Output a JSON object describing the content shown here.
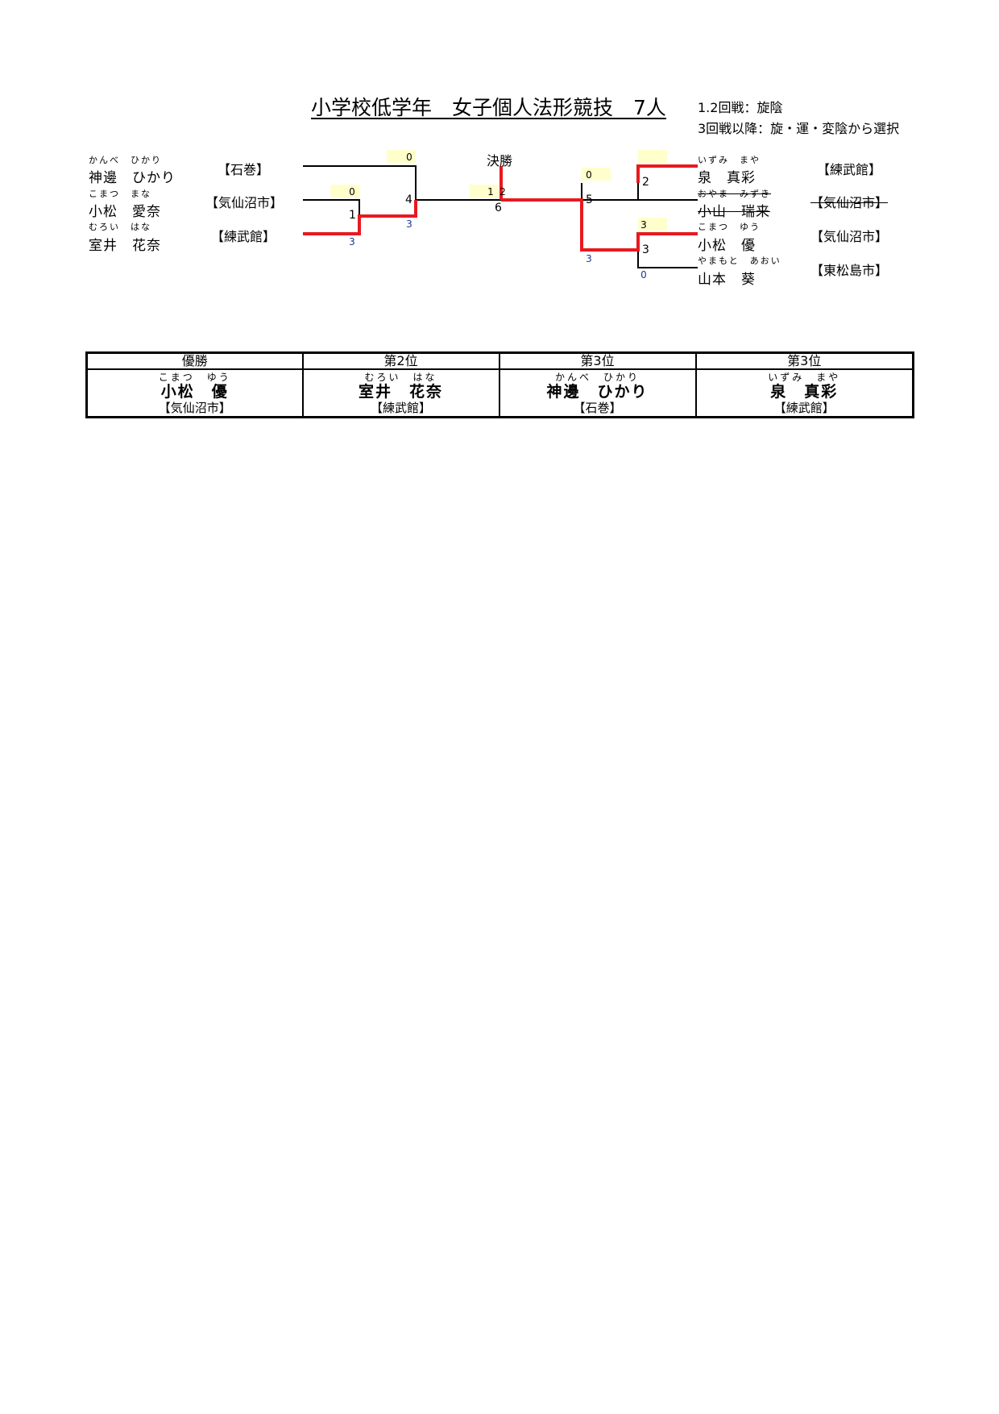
{
  "header": {
    "title": "小学校低学年　女子個人法形競技　7人",
    "rule1": "1.2回戦：旋陰",
    "rule2": "3回戦以降：旋・運・変陰から選択"
  },
  "bracket": {
    "final_label": "決勝",
    "left": [
      {
        "kana": "かんべ　ひかり",
        "name": "神邊　ひかり",
        "club": "【石巻】"
      },
      {
        "kana": "こまつ　まな",
        "name": "小松　愛奈",
        "club": "【気仙沼市】"
      },
      {
        "kana": "むろい　はな",
        "name": "室井　花奈",
        "club": "【練武館】"
      }
    ],
    "right": [
      {
        "kana": "いずみ　まや",
        "name": "泉　真彩",
        "club": "【練武館】"
      },
      {
        "kana": "おやま　みずき",
        "name": "小山　瑞来",
        "club": "【気仙沼市】"
      },
      {
        "kana": "こまつ　ゆう",
        "name": "小松　優",
        "club": "【気仙沼市】"
      },
      {
        "kana": "やまもと　あおい",
        "name": "山本　葵",
        "club": "【東松島市】"
      }
    ],
    "match_numbers": {
      "m1": "1",
      "m2": "2",
      "m3": "3",
      "m4": "4",
      "m5": "5",
      "m6": "6"
    },
    "scores": {
      "m1_top": "0",
      "m1_bottom": "3",
      "m4_top": "0",
      "m4_bottom": "3",
      "m6_left": "1",
      "m6_right": "2",
      "m5_top": "0",
      "m5_bottom": "3",
      "m3_top": "3",
      "m3_bottom": "0"
    }
  },
  "results": {
    "headers": [
      "優勝",
      "第2位",
      "第3位",
      "第3位"
    ],
    "entries": [
      {
        "kana": "こまつ　ゆう",
        "name": "小松　優",
        "club": "【気仙沼市】"
      },
      {
        "kana": "むろい　はな",
        "name": "室井　花奈",
        "club": "【練武館】"
      },
      {
        "kana": "かんべ　ひかり",
        "name": "神邊　ひかり",
        "club": "【石巻】"
      },
      {
        "kana": "いずみ　まや",
        "name": "泉　真彩",
        "club": "【練武館】"
      }
    ]
  },
  "colors": {
    "winner_line": "#e8191f",
    "highlight": "#ffffcc",
    "score_blue": "#1a3a8a"
  }
}
